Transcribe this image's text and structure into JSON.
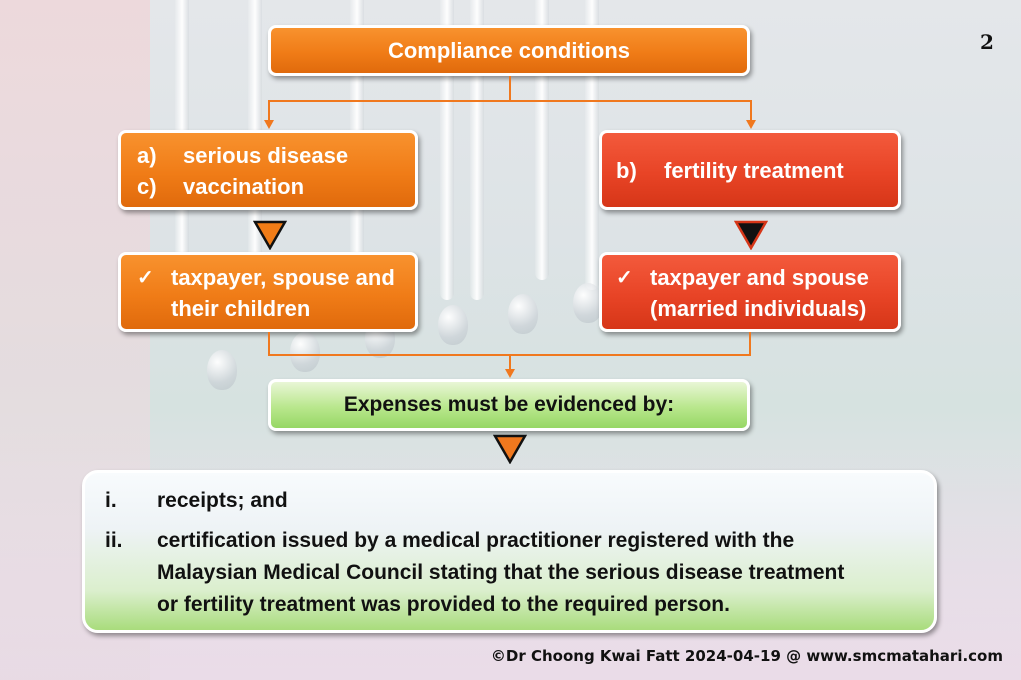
{
  "page_number": "2",
  "colors": {
    "orange": "#f07c17",
    "red": "#e84426",
    "green": "#b9e78d",
    "connector": "#f0781e"
  },
  "header": {
    "title": "Compliance conditions"
  },
  "left_branch": {
    "items": [
      {
        "marker": "a)",
        "text": "serious disease"
      },
      {
        "marker": "c)",
        "text": "vaccination"
      }
    ],
    "check": "✓",
    "eligible": [
      "taxpayer, spouse and",
      "their children"
    ]
  },
  "right_branch": {
    "items": [
      {
        "marker": "b)",
        "text": "fertility treatment"
      }
    ],
    "check": "✓",
    "eligible": [
      "taxpayer and spouse",
      "(married individuals)"
    ]
  },
  "evidence": {
    "heading": "Expenses must be evidenced by:",
    "items": [
      {
        "marker": "i.",
        "lines": [
          "receipts; and"
        ]
      },
      {
        "marker": "ii.",
        "lines": [
          "certification issued by a medical practitioner registered with the",
          "Malaysian Medical Council stating that the serious disease treatment",
          "or fertility treatment was provided to the required person."
        ]
      }
    ]
  },
  "footer": {
    "credit": "©Dr Choong Kwai Fatt 2024-04-19 @ www.smcmatahari.com"
  }
}
